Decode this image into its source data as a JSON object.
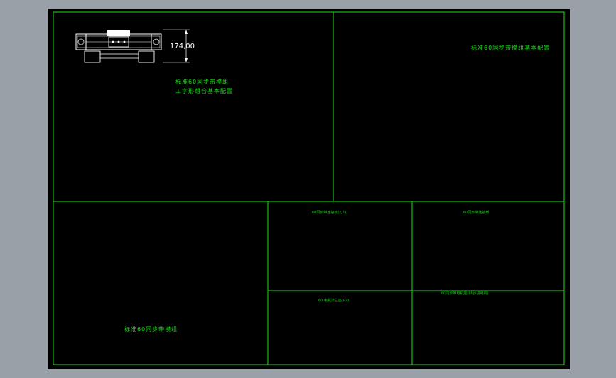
{
  "title_block": {
    "std60_belt_module": "标准60同步带模组",
    "i_shape_assembly": "工字形组合基本配置",
    "basic_config": "标准60同步带模组基本配置",
    "std60_belt_module_bottom": "标准60同步带模组"
  },
  "parts": {
    "adapter_plate_1": "60同步带连接板(ZJ1)",
    "adapter_plate_2": "60同步带连接板",
    "motor_flange": "60 电机法兰座(P2)",
    "motor_flange_bracket": "60同步带电机座(86步进电机)"
  },
  "dimension": {
    "height": "174,00"
  },
  "colors": {
    "background": "#000000",
    "frame": "#18e018",
    "annotation": "#18e018",
    "geometry": "#ffffff",
    "chrome": "#9aa0a8"
  }
}
